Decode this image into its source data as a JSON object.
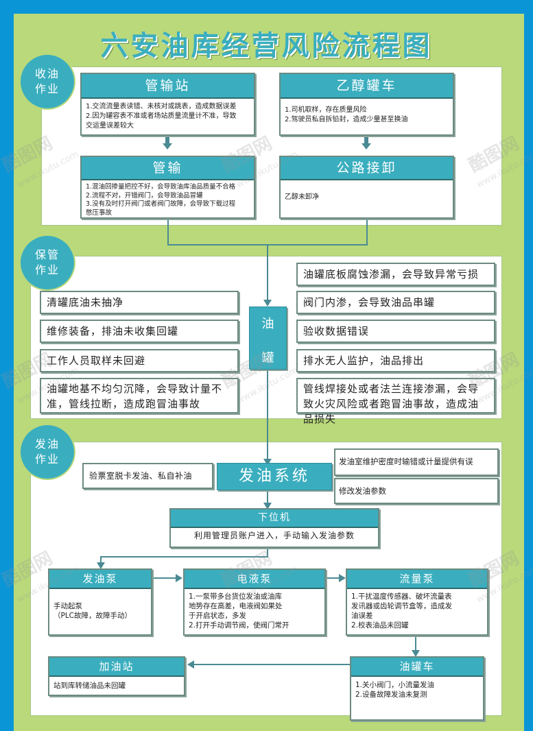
{
  "title": "六安油库经营风险流程图",
  "colors": {
    "background_blue": "#0a95d6",
    "frame_green": "#b9d97a",
    "accent_teal": "#3aaebf",
    "panel_white": "#ffffff",
    "connector": "#4a8a93"
  },
  "sections": {
    "receiving": {
      "label_line1": "收油",
      "label_line2": "作业",
      "pipeline_station": {
        "title": "管输站",
        "lines": [
          "1.交流流量表读错、未核对或跳表，造成数据误差",
          "2.因为罐容表不准或者场站质量流量计不准，导致",
          "交运量误差较大"
        ]
      },
      "ethanol_tanker": {
        "title": "乙醇罐车",
        "lines": [
          "1.司机取样，存在质量风险",
          "2.驾驶员私自拆铅封，造成少量甚至换油"
        ]
      },
      "pipeline_transport": {
        "title": "管输",
        "lines": [
          "1.混油回掺量把控不好，会导致油库油品质量不合格",
          "2.流程不对，开错阀门，会导致油品冒罐",
          "3.没有及时打开阀门或者阀门故障，会导致下载过程",
          "憋压事故"
        ]
      },
      "road_unloading": {
        "title": "公路接卸",
        "lines": [
          "乙醇未卸净"
        ]
      }
    },
    "storage": {
      "label_line1": "保管",
      "label_line2": "作业",
      "tank_label_1": "油",
      "tank_label_2": "罐",
      "left_risks": [
        "清罐底油未抽净",
        "维修装备，排油未收集回罐",
        "工作人员取样未回避",
        "油罐地基不均匀沉降，会导致计量不准，管线拉断，造成跑冒油事故"
      ],
      "right_risks": [
        "油罐底板腐蚀渗漏，会导致异常亏损",
        "阀门内渗，会导致油品串罐",
        "验收数据错误",
        "排水无人监护，油品排出",
        "管线焊接处或者法兰连接渗漏，会导致火灾风险或者跑冒油事故，造成油品损失"
      ]
    },
    "dispatch": {
      "label_line1": "发油",
      "label_line2": "作业",
      "system_title": "发油系统",
      "left_risk": "验票室脱卡发油、私自补油",
      "right_risks": [
        "发油室维护密度时输错或计量提供有误",
        "修改发油参数"
      ],
      "lower_machine": {
        "title": "下位机",
        "body": "利用管理员账户进入，手动输入发油参数"
      },
      "dispatch_pump": {
        "title": "发油泵",
        "lines": [
          "手动起泵",
          "（PLC故障，故障手动）"
        ]
      },
      "solenoid_pump": {
        "title": "电液泵",
        "lines": [
          "1.一泵带多台货位发油或油库",
          "地势存在高差，电液阀如果处",
          "于开启状态，多发",
          "2.打开手动调节阀，使阀门常开"
        ]
      },
      "flow_pump": {
        "title": "流量泵",
        "lines": [
          "1.干扰温度传感器、破坏流量表",
          "发讯器或齿轮调节盒等，造成发",
          "油误差",
          "2.校表油品未回罐"
        ]
      },
      "gas_station": {
        "title": "加油站",
        "lines": [
          "站到库转储油品未回罐"
        ]
      },
      "tank_truck": {
        "title": "油罐车",
        "lines": [
          "1.关小阀门，小流量发油",
          "2.设备故障发油未复测"
        ]
      }
    }
  },
  "watermark": {
    "logo": "酷图网",
    "url": "www.ikutu.com"
  }
}
